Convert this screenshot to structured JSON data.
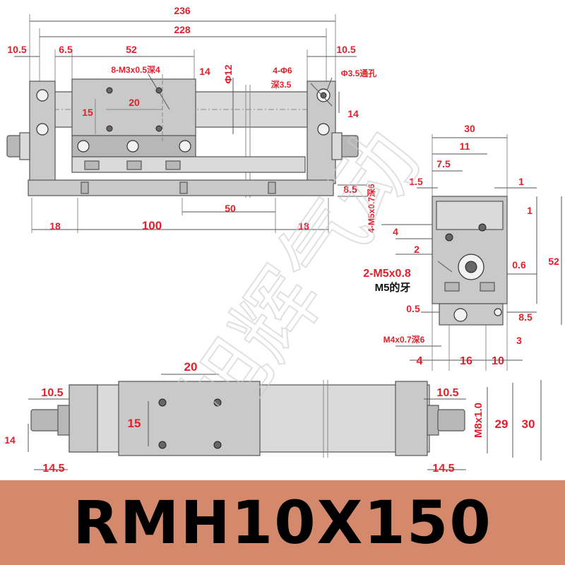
{
  "model_code": "RMH10X150",
  "top_view": {
    "overall_length": "236",
    "guide_length": "228",
    "end_block_width_left": "10.5",
    "end_gap_left": "6.5",
    "table_length": "52",
    "tapped_holes": "8-M3x0.5深4",
    "hole_pitch_x": "20",
    "hole_pitch_y": "15",
    "table_offset": "14",
    "rod_diameter": "Φ12",
    "end_block_width_right": "10.5",
    "counterbore": "4-Φ6",
    "counterbore_depth": "深3.5",
    "through_hole": "Φ3.5通孔",
    "right_offset": "14",
    "base_height": "8.5",
    "bottom_tapped": "4-M5x0.7深6",
    "bottom_pitch": "50",
    "bottom_left": "18",
    "bottom_mid": "100",
    "bottom_right": "18"
  },
  "side_view": {
    "width_overall": "30",
    "width_11": "11",
    "width_7_5": "7.5",
    "width_1_5": "1.5",
    "right_1": "1",
    "right_1b": "1",
    "height_52": "52",
    "dim_4": "4",
    "dim_2": "2",
    "ports": "2-M5x0.8",
    "ports_note": "M5的牙",
    "dim_0_6": "0.6",
    "dim_0_5": "0.5",
    "dim_8_5": "8.5",
    "bottom_tap": "M4x0.7深6",
    "dim_3": "3",
    "bottom_4": "4",
    "bottom_16": "16",
    "bottom_10": "10"
  },
  "front_view": {
    "pitch_x": "20",
    "pitch_y": "15",
    "left_block": "10.5",
    "right_block": "10.5",
    "left_height": "14",
    "left_stub": "14.5",
    "right_stub": "14.5",
    "thread": "M8x1.0",
    "height_29": "29",
    "height_30": "30"
  },
  "watermark": "旭辉气动"
}
